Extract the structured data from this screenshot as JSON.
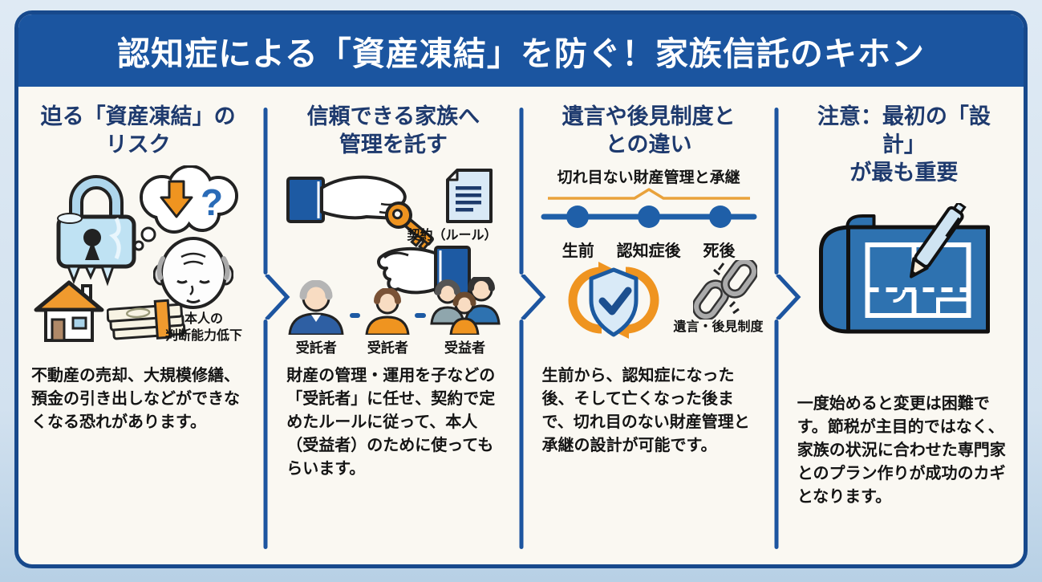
{
  "header": {
    "title": "認知症による「資産凍結」を防ぐ！家族信託のキホン"
  },
  "colors": {
    "banner_blue": "#1b55a0",
    "card_border_blue": "#17498c",
    "title_navy": "#1e3a6e",
    "accent_orange": "#ef9420",
    "timeline_blue": "#1f5fa8",
    "card_background": "#faf8f2",
    "outer_background": "#cfe0ee"
  },
  "sections": [
    {
      "title": "迫る「資産凍結」の\nリスク",
      "icons": [
        "frozen-padlock-icon",
        "house-icon",
        "money-stack-icon",
        "thought-bubble-decline-icon",
        "elderly-man-icon"
      ],
      "bubble_question": "?",
      "caption": "本人の\n判断能力低下",
      "body": "不動産の売却、大規模修繕、預金の引き出しなどができなくなる恐れがあります。"
    },
    {
      "title": "信頼できる家族へ\n管理を託す",
      "icons": [
        "hand-giving-key-icon",
        "contract-document-icon",
        "trustee-avatar-icon",
        "trustee-avatar-icon",
        "beneficiary-family-icon"
      ],
      "contract_label": "契約（ルール）",
      "roles": [
        "受託者",
        "受託者",
        "受益者"
      ],
      "body": "財産の管理・運用を子などの「受託者」に任せ、契約で定めたルールに従って、本人（受益者）のために使ってもらいます。"
    },
    {
      "title": "遺言や後見制度と\nとの違い",
      "icons": [
        "timeline-icon",
        "shield-cycle-icon",
        "broken-chain-icon"
      ],
      "timeline_label": "切れ目ない財産管理と承継",
      "timeline_stages": [
        "生前",
        "認知症後",
        "死後"
      ],
      "chain_label": "遺言・後見制度",
      "body": "生前から、認知症になった後、そして亡くなった後まで、切れ目のない財産管理と承継の設計が可能です。"
    },
    {
      "title": "注意：最初の「設計」\nが最も重要",
      "icons": [
        "blueprint-pen-icon"
      ],
      "body": "一度始めると変更は困難です。節税が主目的ではなく、家族の状況に合わせた専門家とのプラン作りが成功のカギとなります。"
    }
  ]
}
